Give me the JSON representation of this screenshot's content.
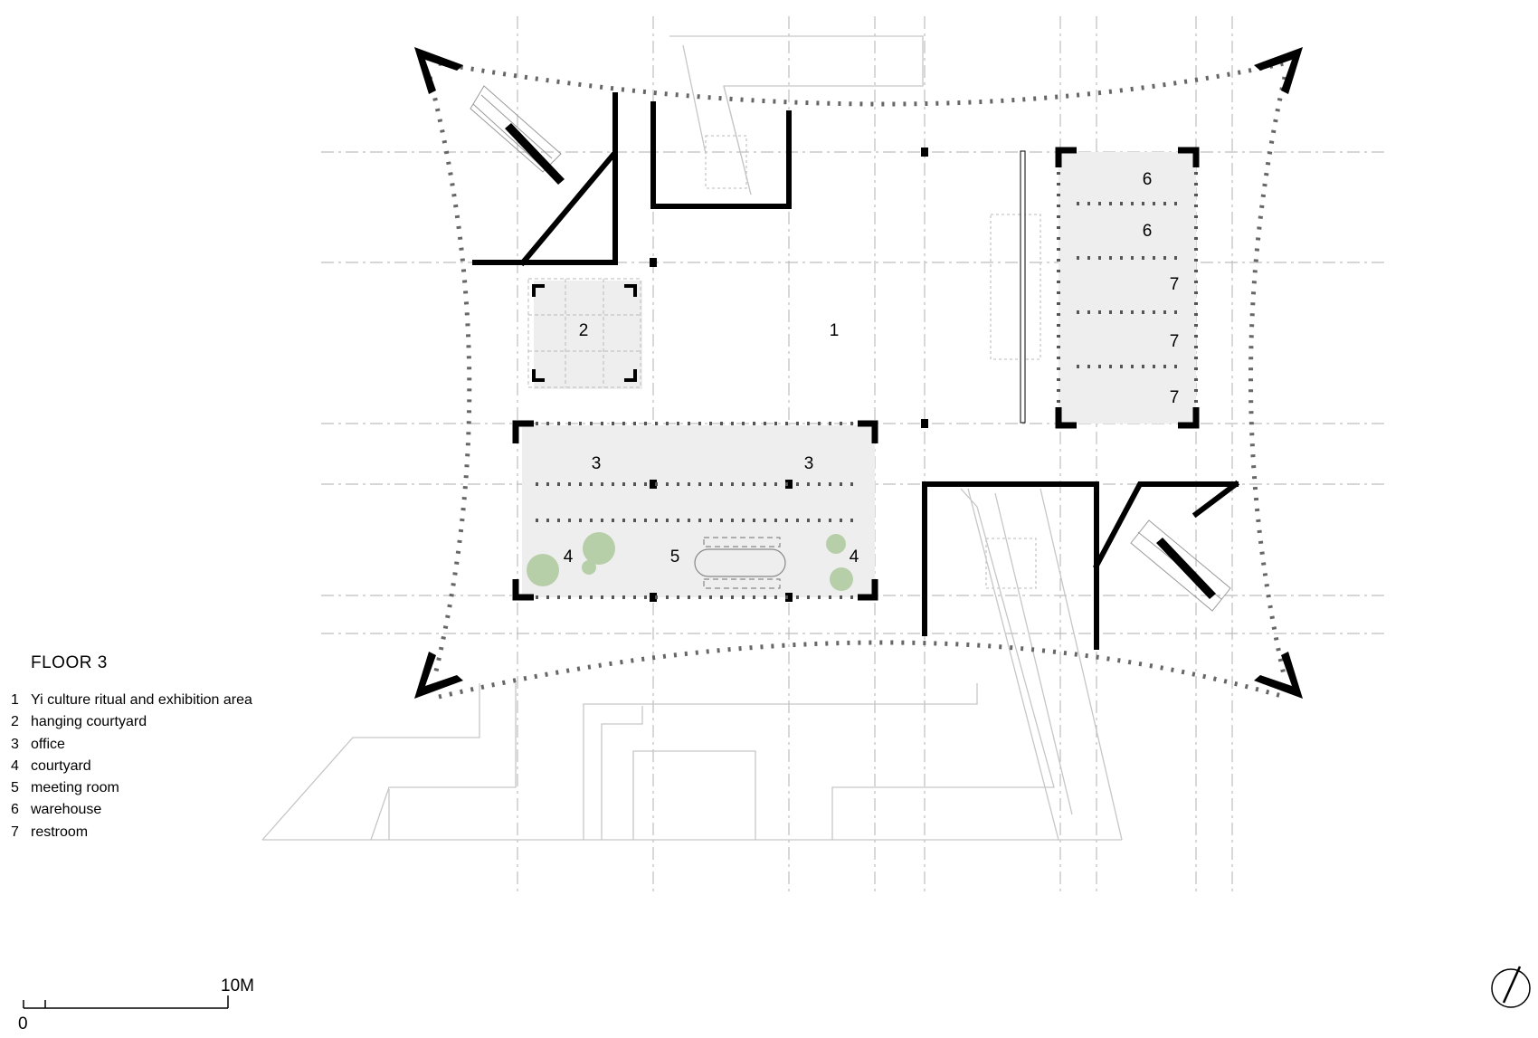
{
  "plan": {
    "floor_title": "FLOOR 3",
    "legend": [
      {
        "num": "1",
        "label": "Yi culture ritual and exhibition area"
      },
      {
        "num": "2",
        "label": "hanging courtyard"
      },
      {
        "num": "3",
        "label": "office"
      },
      {
        "num": "4",
        "label": "courtyard"
      },
      {
        "num": "5",
        "label": "meeting room"
      },
      {
        "num": "6",
        "label": "warehouse"
      },
      {
        "num": "7",
        "label": "restroom"
      }
    ],
    "room_labels": {
      "r1": "1",
      "r2": "2",
      "r3a": "3",
      "r3b": "3",
      "r4a": "4",
      "r4b": "4",
      "r5": "5",
      "r6a": "6",
      "r6b": "6",
      "r7a": "7",
      "r7b": "7",
      "r7c": "7"
    },
    "scale_bar": {
      "start_label": "0",
      "end_label": "10M"
    },
    "colors": {
      "wall": "#000000",
      "fill_light": "#eeeeee",
      "tree": "#b7cfa9",
      "grid": "#bdbdbd",
      "context_line": "#c6c6c6"
    },
    "north_arrow_icon": "north-arrow-icon"
  }
}
